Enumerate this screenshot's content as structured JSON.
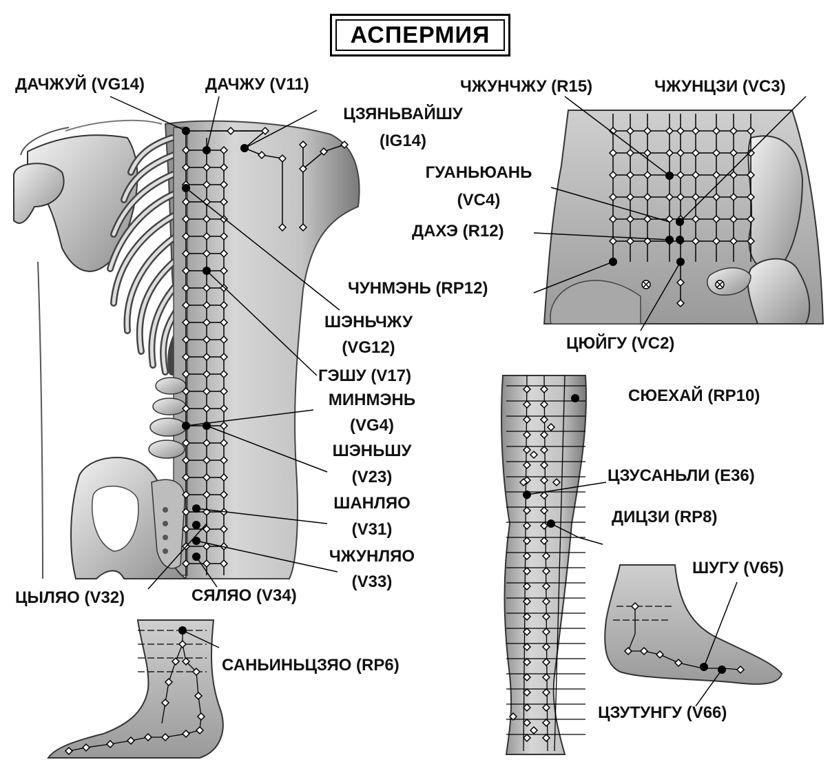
{
  "title": "АСПЕРМИЯ",
  "labels": {
    "dazhui": "ДАЧЖУЙ (VG14)",
    "dazhu": "ДАЧЖУ (V11)",
    "jianwaishu_1": "ЦЗЯНЬВАЙШУ",
    "jianwaishu_2": "(IG14)",
    "shenzhu_1": "ШЭНЬЧЖУ",
    "shenzhu_2": "(VG12)",
    "geshu": "ГЭШУ (V17)",
    "mingmen_1": "МИНМЭНЬ",
    "mingmen_2": "(VG4)",
    "shenshu_1": "ШЭНЬШУ",
    "shenshu_2": "(V23)",
    "shangliao_1": "ШАНЛЯО",
    "shangliao_2": "(V31)",
    "zhongliao_1": "ЧЖУНЛЯО",
    "zhongliao_2": "(V33)",
    "ciliao": "ЦЫЛЯО (V32)",
    "xialiao": "СЯЛЯО (V34)",
    "sanyinjiao": "САНЬИНЬЦЗЯО (RP6)",
    "zhongzhu": "ЧЖУНЧЖУ (R15)",
    "zhongji": "ЧЖУНЦЗИ (VC3)",
    "guanyuan_1": "ГУАНЬЮАНЬ",
    "guanyuan_2": "(VC4)",
    "dahe": "ДАХЭ (R12)",
    "chongmen": "ЧУНМЭНЬ (RP12)",
    "qugu": "ЦЮЙГУ (VC2)",
    "xuehai": "СЮЕХАЙ (RP10)",
    "zusanli": "ЦЗУСАНЬЛИ (E36)",
    "diji": "ДИЦЗИ (RP8)",
    "shugu": "ШУГУ (V65)",
    "zutonggu": "ЦЗУТУНГУ (V66)"
  }
}
